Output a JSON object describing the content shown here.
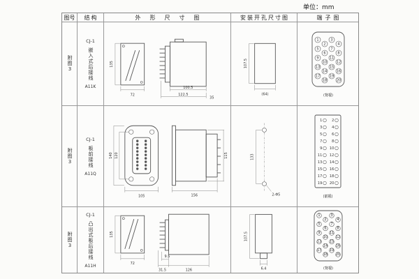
{
  "unit_label": "单位：mm",
  "headers": {
    "fig": "图号",
    "structure": "结构",
    "outline": "外形尺寸图",
    "install": "安装开孔尺寸图",
    "terminal": "端子图"
  },
  "rows": [
    {
      "fig": "附图3",
      "model": "CJ-1",
      "structure": "嵌入式后接线",
      "code": "A11K",
      "outline": {
        "front_h": "135",
        "front_w": "72",
        "depth": "100.5",
        "total_depth": "122.5",
        "rear": "35"
      },
      "install": {
        "cutout_h": "107.5",
        "cutout_w": "(64)"
      },
      "terminal": {
        "view": "(背视)",
        "numbers": [
          1,
          2,
          3,
          4,
          5,
          6,
          7,
          8,
          9,
          10,
          11,
          12,
          13,
          14,
          15,
          16,
          17,
          18,
          19,
          20
        ]
      }
    },
    {
      "fig": "附图3",
      "model": "CJ-1",
      "structure": "板前接线",
      "code": "A11Q",
      "outline": {
        "flange_h": "140",
        "hole_span": "120",
        "front_w": "105",
        "depth": "156",
        "body_h": "115"
      },
      "install": {
        "hole_span": "133",
        "holes": "2-Φ5"
      },
      "terminal": {
        "view": "(前视)",
        "numbers": [
          1,
          2,
          3,
          4,
          5,
          6,
          7,
          8,
          9,
          10,
          11,
          12,
          13,
          14,
          15,
          16,
          17,
          18,
          19,
          20
        ]
      }
    },
    {
      "fig": "附图3",
      "model": "CJ-1",
      "structure": "凸出式板后接线",
      "code": "A11H",
      "outline": {
        "front_h": "135",
        "front_w": "72",
        "pin_depth": "9.5",
        "stub": "31.5",
        "depth": "126"
      },
      "install": {
        "cutout_h": "107.5",
        "slot_w": "6.4"
      },
      "terminal": {
        "view": "(背视)",
        "numbers": [
          1,
          2,
          3,
          4,
          5,
          6,
          7,
          8,
          9,
          10,
          11,
          12,
          13,
          14,
          15,
          16,
          17,
          18,
          19,
          20
        ]
      }
    }
  ]
}
